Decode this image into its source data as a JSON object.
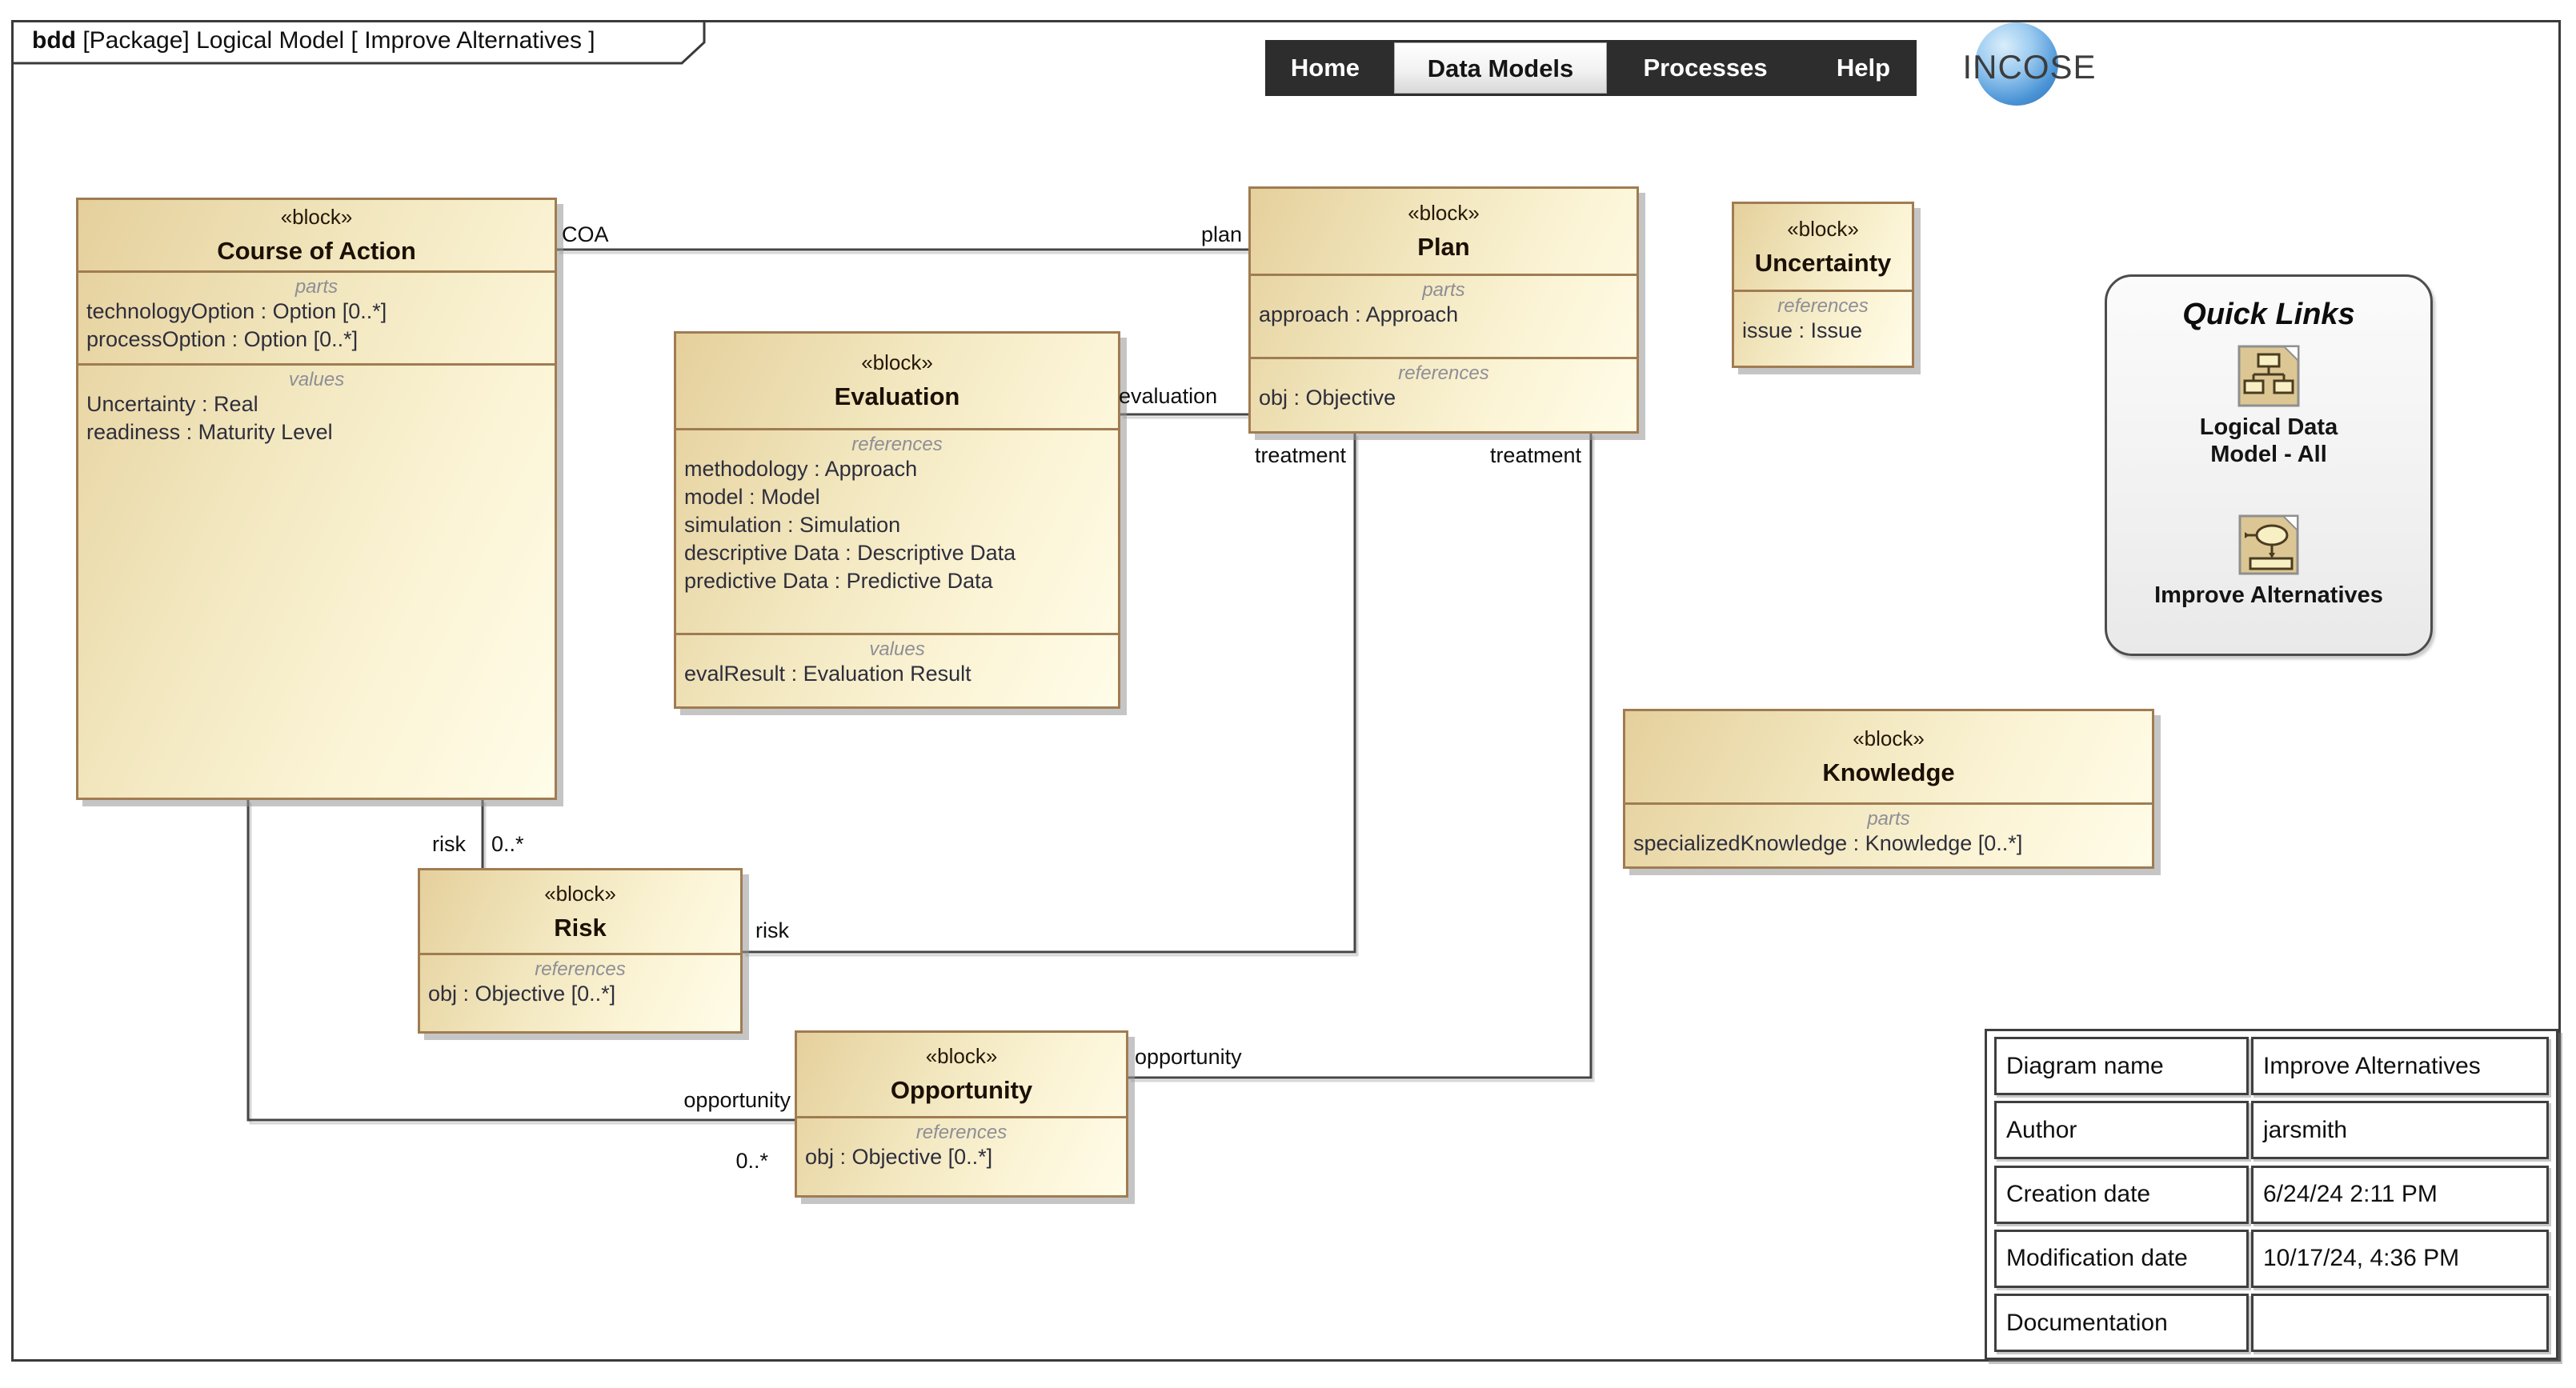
{
  "frame": {
    "tab_keyword": "bdd",
    "tab_title": " [Package] Logical Model [ Improve Alternatives ]"
  },
  "nav": {
    "items": [
      {
        "label": "Home",
        "active": false
      },
      {
        "label": "Data Models",
        "active": true
      },
      {
        "label": "Processes",
        "active": false
      },
      {
        "label": "Help",
        "active": false
      }
    ]
  },
  "logo": {
    "text": "INCOSE"
  },
  "colors": {
    "block_border": "#a07c52",
    "block_fill_dark": "#e5d09c",
    "block_fill_light": "#fffce8",
    "navbar_bg": "#2d2d2d",
    "wire": "#454545",
    "globe_blue": "#4a94d6"
  },
  "blocks": {
    "course_of_action": {
      "stereotype": "«block»",
      "name": "Course of Action",
      "parts_label": "parts",
      "parts": [
        "technologyOption : Option [0..*]",
        "processOption : Option [0..*]"
      ],
      "values_label": "values",
      "values": [
        "Uncertainty : Real",
        "readiness : Maturity Level"
      ]
    },
    "evaluation": {
      "stereotype": "«block»",
      "name": "Evaluation",
      "refs_label": "references",
      "refs": [
        "methodology : Approach",
        "model : Model",
        "simulation : Simulation",
        "descriptive Data : Descriptive Data",
        "predictive Data : Predictive Data"
      ],
      "values_label": "values",
      "values": [
        "evalResult : Evaluation Result"
      ]
    },
    "plan": {
      "stereotype": "«block»",
      "name": "Plan",
      "parts_label": "parts",
      "parts": [
        "approach : Approach"
      ],
      "refs_label": "references",
      "refs": [
        "obj : Objective"
      ]
    },
    "uncertainty": {
      "stereotype": "«block»",
      "name": "Uncertainty",
      "refs_label": "references",
      "refs": [
        "issue : Issue"
      ]
    },
    "knowledge": {
      "stereotype": "«block»",
      "name": "Knowledge",
      "parts_label": "parts",
      "parts": [
        "specializedKnowledge : Knowledge [0..*]"
      ]
    },
    "risk": {
      "stereotype": "«block»",
      "name": "Risk",
      "refs_label": "references",
      "refs": [
        "obj : Objective [0..*]"
      ]
    },
    "opportunity": {
      "stereotype": "«block»",
      "name": "Opportunity",
      "refs_label": "references",
      "refs": [
        "obj : Objective [0..*]"
      ]
    }
  },
  "connector_labels": {
    "coa": "COA",
    "plan": "plan",
    "evaluation": "evaluation",
    "treatment_risk": "treatment",
    "treatment_opportunity": "treatment",
    "risk_source": "risk",
    "risk_multiplicity": "0..*",
    "risk_target": "risk",
    "opportunity_source": "opportunity",
    "opportunity_multiplicity": "0..*",
    "opportunity_target": "opportunity"
  },
  "quick_links": {
    "title": "Quick Links",
    "links": [
      {
        "label": "Logical Data Model - All",
        "icon": "hierarchy-diagram-icon"
      },
      {
        "label": "Improve Alternatives",
        "icon": "activity-diagram-icon"
      }
    ]
  },
  "info_table": {
    "rows": [
      [
        "Diagram name",
        "Improve Alternatives"
      ],
      [
        "Author",
        "jarsmith"
      ],
      [
        "Creation date",
        "6/24/24 2:11 PM"
      ],
      [
        "Modification date",
        "10/17/24, 4:36 PM"
      ],
      [
        "Documentation",
        ""
      ]
    ]
  }
}
